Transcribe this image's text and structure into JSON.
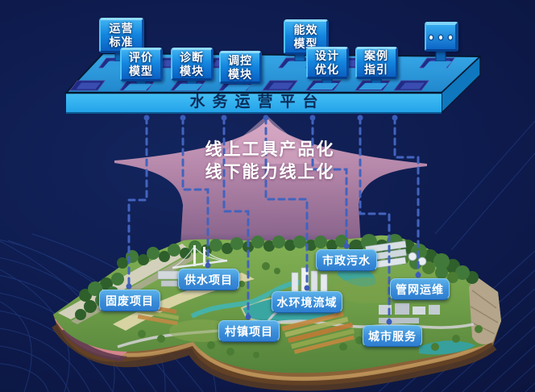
{
  "platform": {
    "title": "水务运营平台",
    "back_modules": [
      {
        "line1": "运营",
        "line2": "标准"
      },
      {
        "line1": "能效",
        "line2": "模型"
      }
    ],
    "front_modules": [
      {
        "line1": "评价",
        "line2": "模型"
      },
      {
        "line1": "诊断",
        "line2": "模块"
      },
      {
        "line1": "调控",
        "line2": "模块"
      },
      {
        "line1": "设计",
        "line2": "优化"
      },
      {
        "line1": "案例",
        "line2": "指引"
      }
    ],
    "more_modules_icon": "ellipsis-dots"
  },
  "arrow": {
    "line1": "线上工具产品化",
    "line2": "线下能力线上化",
    "color": "#c38fb2"
  },
  "island": {
    "labels": [
      "固废项目",
      "供水项目",
      "村镇项目",
      "水环境流域",
      "市政污水",
      "管网运维",
      "城市服务"
    ]
  },
  "colors": {
    "background": "#0e1b4e",
    "platform_top": "#2f9fe0",
    "platform_front": "#36b6f2",
    "platform_side": "#0f77be",
    "module_face": "#1487e0",
    "label_bg": "#3a8cd8",
    "dashed_line": "#4263be",
    "title_text": "#0a2c5a"
  }
}
